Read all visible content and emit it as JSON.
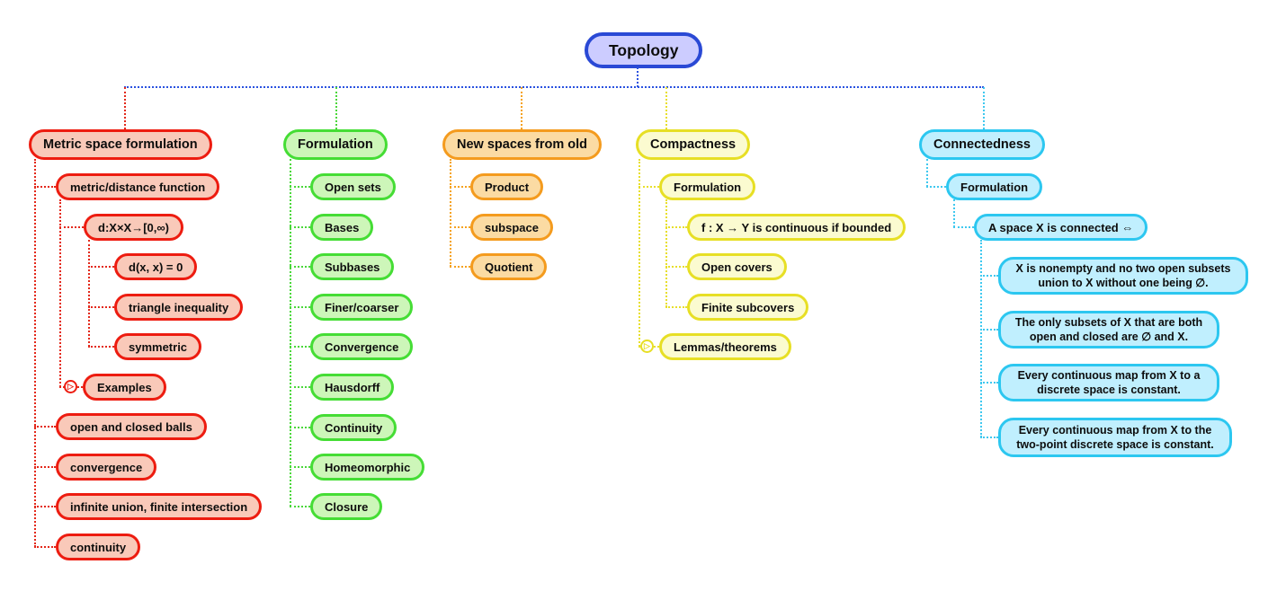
{
  "root": {
    "label": "Topology"
  },
  "icons": {
    "collapsed": "▷"
  },
  "palette": {
    "blue": {
      "fill": "#ccccff",
      "border": "#2a49d5",
      "line": "#2a52e0"
    },
    "red": {
      "fill": "#f9c9b9",
      "border": "#ed1c10",
      "line": "#e3281a"
    },
    "green": {
      "fill": "#cdf6b9",
      "border": "#45dd35",
      "line": "#4ad73a"
    },
    "orange": {
      "fill": "#fbdba3",
      "border": "#f49b1e",
      "line": "#f5a21f"
    },
    "yellow": {
      "fill": "#fbfbd0",
      "border": "#e7df25",
      "line": "#e8df2b"
    },
    "cyan": {
      "fill": "#c0effe",
      "border": "#2cc7f0",
      "line": "#3fc8ef"
    }
  },
  "branches": [
    {
      "label": "Metric space formulation",
      "color": "red",
      "children": [
        {
          "label": "metric/distance function",
          "children": [
            {
              "label": "d:X×X→[0,∞)",
              "children": [
                {
                  "label": "d(x, x) = 0"
                },
                {
                  "label": "triangle inequality"
                },
                {
                  "label": "symmetric"
                }
              ]
            },
            {
              "label": "Examples",
              "collapsed": true
            }
          ]
        },
        {
          "label": "open and closed balls"
        },
        {
          "label": "convergence"
        },
        {
          "label": "infinite union, finite intersection"
        },
        {
          "label": "continuity"
        }
      ]
    },
    {
      "label": "Formulation",
      "color": "green",
      "children": [
        {
          "label": "Open sets"
        },
        {
          "label": "Bases"
        },
        {
          "label": "Subbases"
        },
        {
          "label": "Finer/coarser"
        },
        {
          "label": "Convergence"
        },
        {
          "label": "Hausdorff"
        },
        {
          "label": "Continuity"
        },
        {
          "label": "Homeomorphic"
        },
        {
          "label": "Closure"
        }
      ]
    },
    {
      "label": "New spaces from old",
      "color": "orange",
      "children": [
        {
          "label": "Product"
        },
        {
          "label": "subspace"
        },
        {
          "label": "Quotient"
        }
      ]
    },
    {
      "label": "Compactness",
      "color": "yellow",
      "children": [
        {
          "label": "Formulation",
          "children": [
            {
              "label": "f : X → Y is continuous if bounded"
            },
            {
              "label": "Open covers"
            },
            {
              "label": "Finite subcovers"
            }
          ]
        },
        {
          "label": "Lemmas/theorems",
          "collapsed": true
        }
      ]
    },
    {
      "label": "Connectedness",
      "color": "cyan",
      "children": [
        {
          "label": "Formulation",
          "children": [
            {
              "label": "A space X is connected ⇔",
              "children": [
                {
                  "label": "X is nonempty and no two open subsets union to X without one being ∅."
                },
                {
                  "label": "The only subsets of X that are both open and closed are ∅ and X."
                },
                {
                  "label": "Every continuous map from X to a discrete space is constant."
                },
                {
                  "label": "Every continuous map from X to the two-point discrete space is constant."
                }
              ]
            }
          ]
        }
      ]
    }
  ]
}
